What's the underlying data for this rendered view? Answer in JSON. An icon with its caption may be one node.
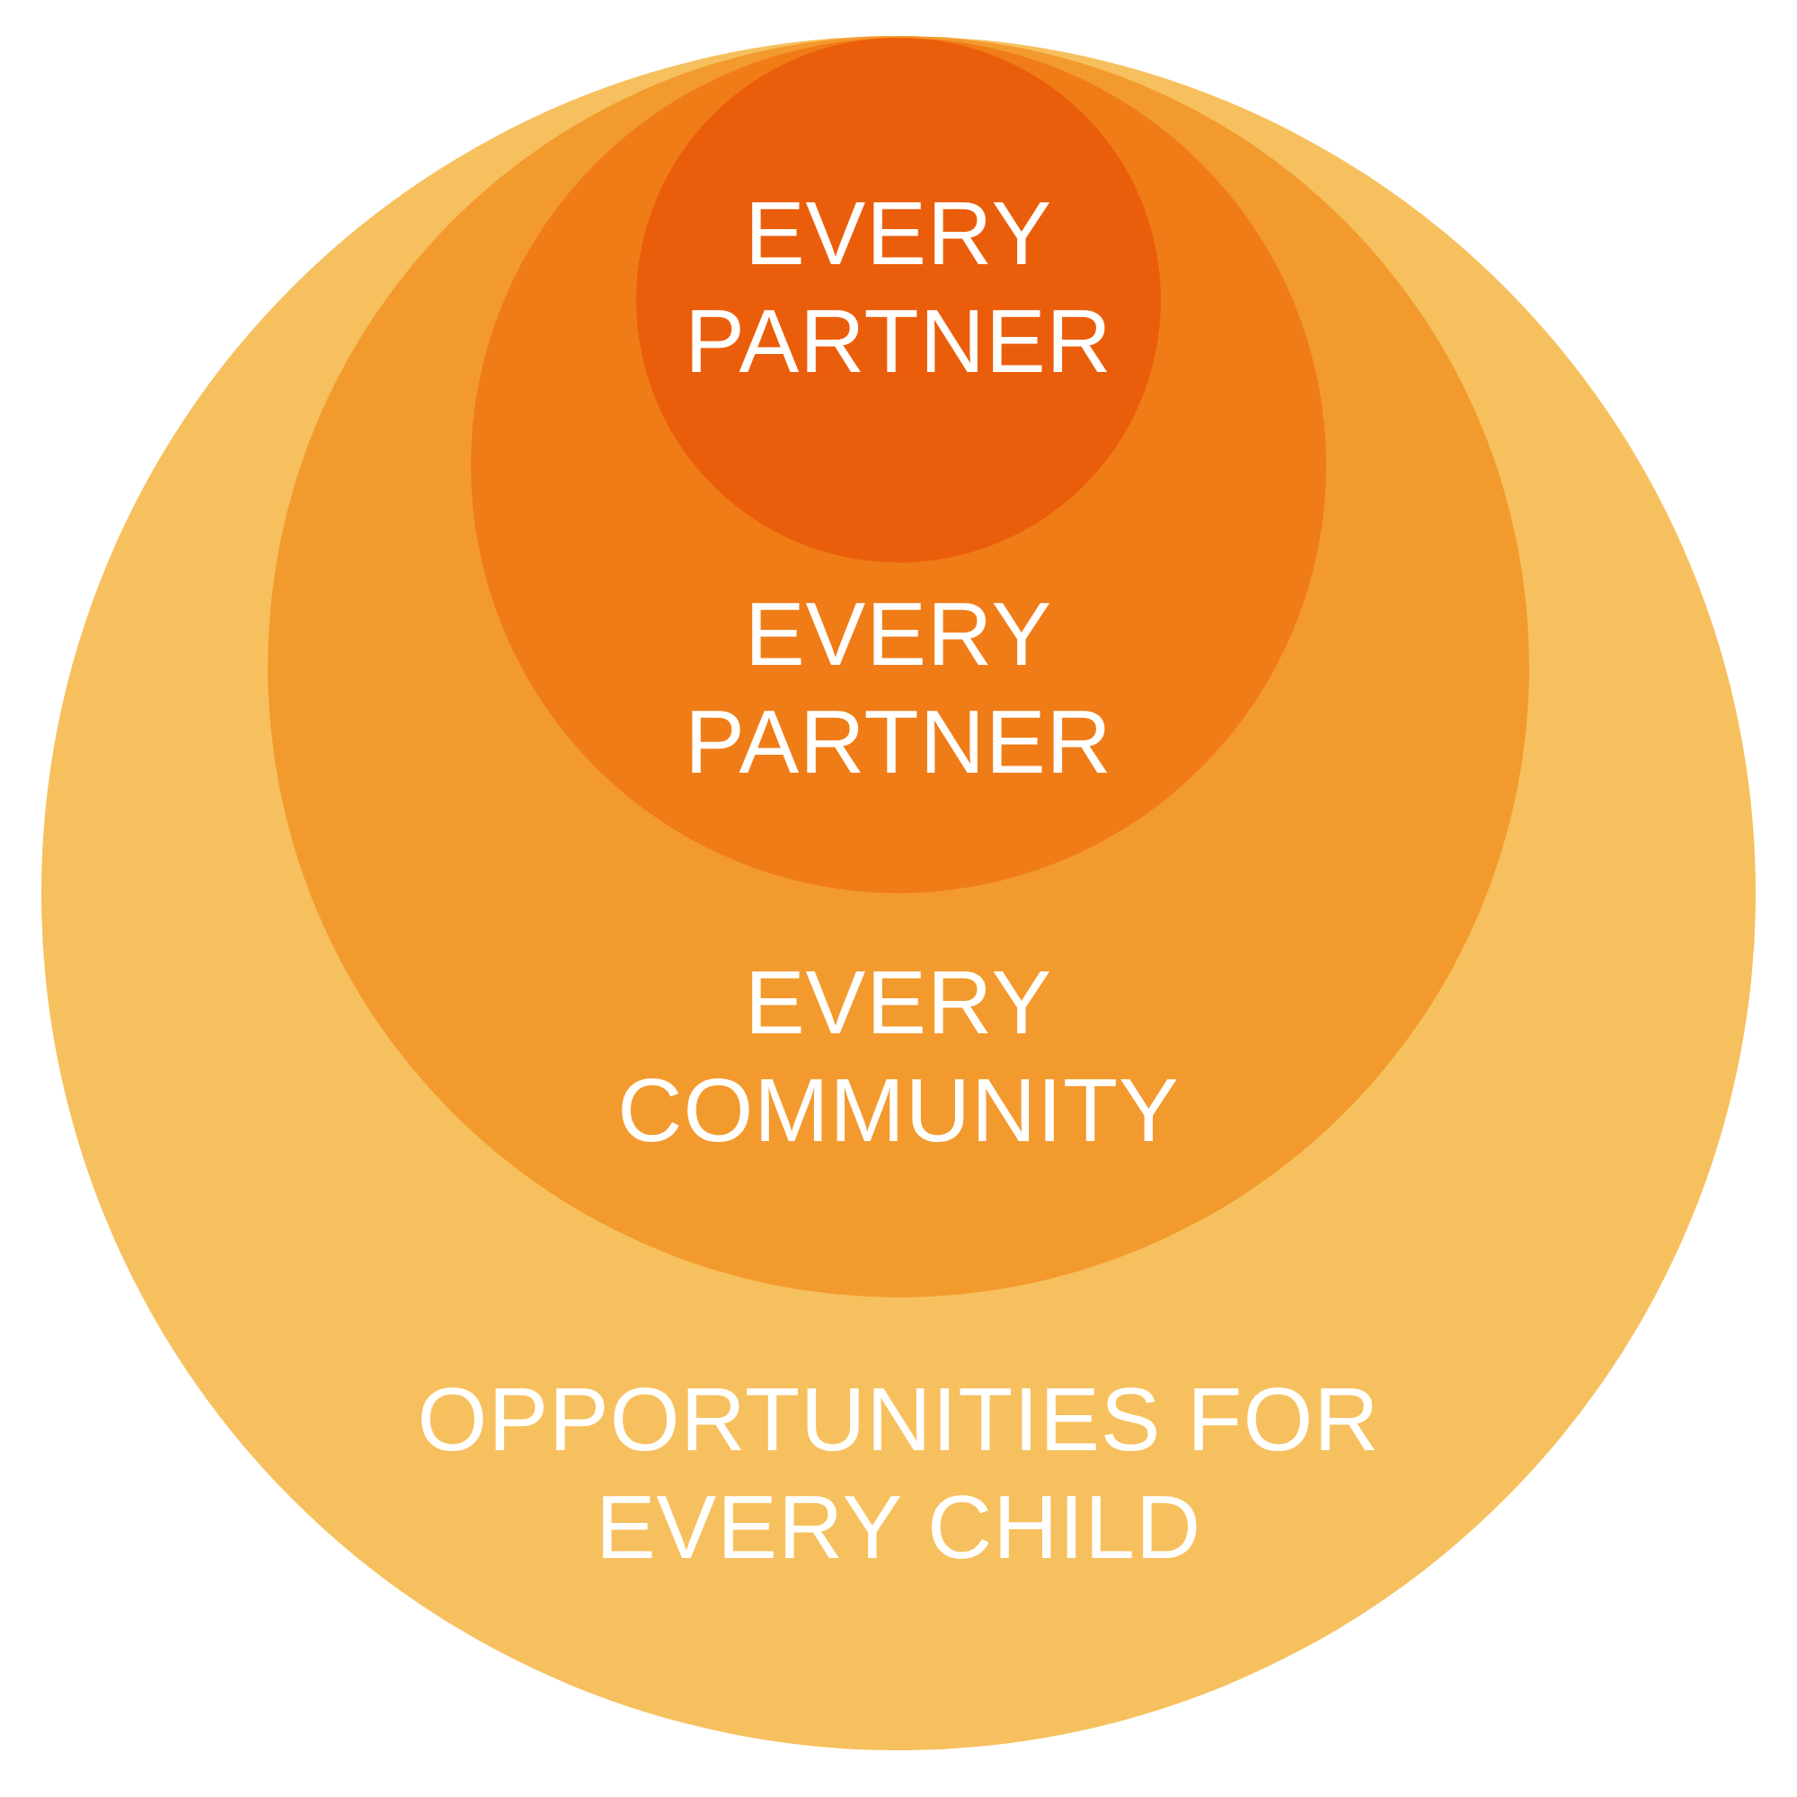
{
  "diagram": {
    "nodes": [
      {
        "text": [
          "OPPORTUNITIES FOR EVERY CHILD"
        ]
      },
      {
        "text": [
          "EVERY COMMUNITY"
        ],
        "in": 0
      },
      {
        "text": [
          "EVERY PARTNER"
        ],
        "in": 1
      },
      {
        "text": [
          "EVERY PARTNER"
        ],
        "in": 2
      }
    ]
  }
}
